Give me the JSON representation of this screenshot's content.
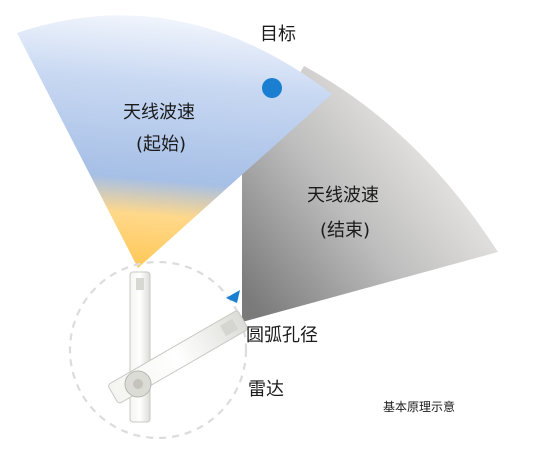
{
  "target_label": "目标",
  "start_beam": {
    "line1": "天线波速",
    "line2": "(起始)"
  },
  "end_beam": {
    "line1": "天线波速",
    "line2": "(结束)"
  },
  "arc_aperture_label": "圆弧孔径",
  "radar_label": "雷达",
  "caption": "基本原理示意",
  "colors": {
    "target_dot": "#1a7fd1",
    "arc_arrow": "#1a7fd1",
    "start_beam_blue": "#9dbbea",
    "start_beam_orange": "#ffc95a",
    "end_beam_dark": "#7a7a7a",
    "dashed_circle": "#dcdcdc",
    "radar_arm": "#eeeeea"
  }
}
